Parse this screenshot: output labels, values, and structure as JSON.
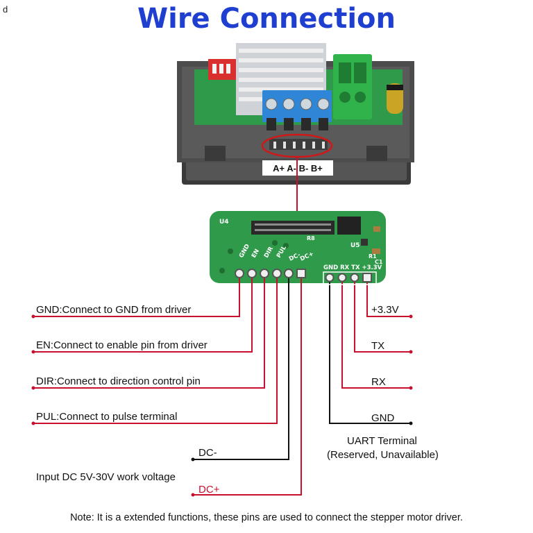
{
  "corner_mark": "d",
  "title": "Wire Connection",
  "device": {
    "motor_terminal_labels": "A+ A- B- B+"
  },
  "board": {
    "silk_u4": "U4",
    "silk_u5": "U5",
    "silk_r8": "R8",
    "silk_r1": "R1",
    "silk_c1": "C1",
    "control_pins": [
      "GND",
      "EN",
      "DIR",
      "PUL",
      "DC-",
      "DC+"
    ],
    "uart_pins": "GND RX TX +3.3V"
  },
  "left_labels": {
    "gnd": "GND:Connect to GND from driver",
    "en": "EN:Connect to enable pin from driver",
    "dir": "DIR:Connect to direction control pin",
    "pul": "PUL:Connect to pulse terminal",
    "dc_minus": "DC-",
    "input_note": "Input DC 5V-30V work voltage",
    "dc_plus": "DC+"
  },
  "right_labels": {
    "v33": "+3.3V",
    "tx": "TX",
    "rx": "RX",
    "gnd": "GND",
    "uart_title": "UART Terminal",
    "uart_sub": "(Reserved, Unavailable)"
  },
  "note": "Note: It is a extended functions, these pins are used to connect the stepper motor driver.",
  "colors": {
    "title": "#1f3fd0",
    "wire_red": "#c8102e",
    "wire_black": "#111111",
    "pcb_green": "#2e9a4a",
    "terminal_blue": "#2f86d6",
    "terminal_green": "#2fb34a",
    "housing": "#4a4a4a"
  }
}
